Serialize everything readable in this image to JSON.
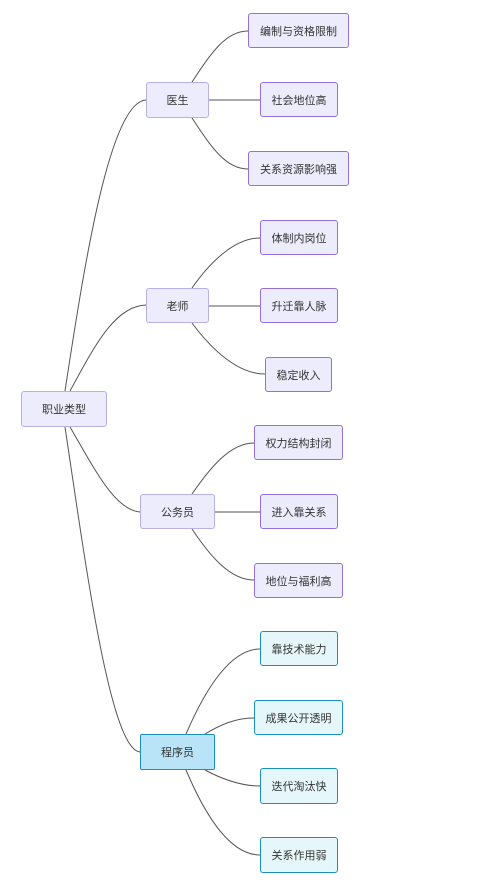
{
  "root": {
    "label": "职业类型"
  },
  "branches": [
    {
      "label": "医生",
      "children": [
        "编制与资格限制",
        "社会地位高",
        "关系资源影响强"
      ]
    },
    {
      "label": "老师",
      "children": [
        "体制内岗位",
        "升迁靠人脉",
        "稳定收入"
      ]
    },
    {
      "label": "公务员",
      "children": [
        "权力结构封闭",
        "进入靠关系",
        "地位与福利高"
      ]
    },
    {
      "label": "程序员",
      "children": [
        "靠技术能力",
        "成果公开透明",
        "迭代淘汰快",
        "关系作用弱"
      ]
    }
  ],
  "colors": {
    "purple_fill": "#ececfd",
    "purple_border": "#9370db",
    "blue_fill": "#e6f7fb",
    "blue_highlight": "#b9e4f7",
    "blue_border": "#1a8fc0",
    "edge": "#555555"
  }
}
